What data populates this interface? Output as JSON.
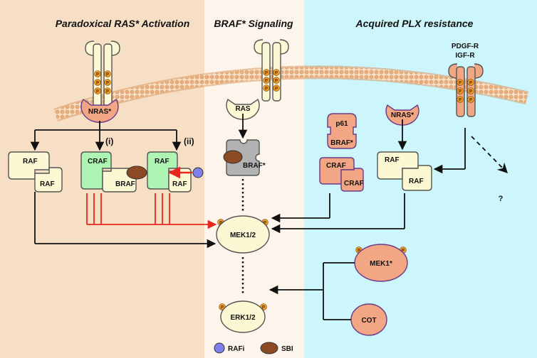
{
  "panels": {
    "left_title": "Paradoxical RAS* Activation",
    "mid_title": "BRAF* Signaling",
    "right_title": "Acquired PLX resistance"
  },
  "receptor_labels": {
    "line1": "PDGF-R",
    "line2": "IGF-R"
  },
  "phospho_label": "P",
  "nodes": {
    "nras_left": "NRAS*",
    "ras_mid": "RAS",
    "nras_right": "NRAS*",
    "raf_a1": "RAF",
    "raf_a2": "RAF",
    "craf_b": "CRAF",
    "braf_b": "BRAF",
    "raf_c1": "RAF",
    "raf_c2": "RAF",
    "braf_star": "BRAF*",
    "p61": "p61",
    "p61_braf": "BRAF*",
    "craf_d1": "CRAF",
    "craf_d2": "CRAF",
    "raf_e1": "RAF",
    "raf_e2": "RAF",
    "mek12": "MEK1/2",
    "erk12": "ERK1/2",
    "mek1_star": "MEK1*",
    "cot": "COT",
    "unknown": "?"
  },
  "annotations": {
    "path_i": "(i)",
    "path_ii": "(ii)"
  },
  "legend": {
    "rafi": "RAFi",
    "sbi": "SBI"
  },
  "colors": {
    "left_bg": "#f7dfc6",
    "mid_bg": "#fdf5ec",
    "right_bg": "#ccf6fb",
    "salmon": "#f2a683",
    "cream": "#fcf8d4",
    "green": "#aef5b4",
    "gray": "#b2b2b2",
    "red": "#e8251e",
    "rafi_blue": "#7f80ee",
    "sbi_brown": "#8b4a24",
    "phospho_orange": "#f39c23"
  }
}
